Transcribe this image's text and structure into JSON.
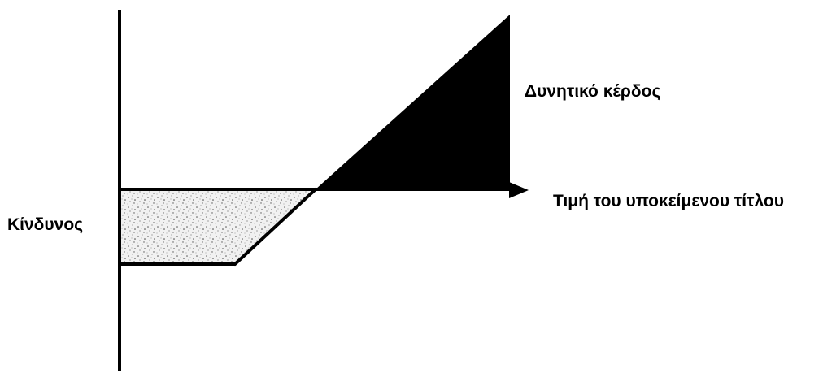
{
  "labels": {
    "potential_profit": "Δυνητικό κέρδος",
    "underlying_price": "Τιμή του υποκείμενου τίτλου",
    "risk": "Κίνδυνος"
  },
  "colors": {
    "line": "#000000",
    "profit_fill": "#000000",
    "risk_fill": "#dcdcdc",
    "background": "#ffffff"
  }
}
